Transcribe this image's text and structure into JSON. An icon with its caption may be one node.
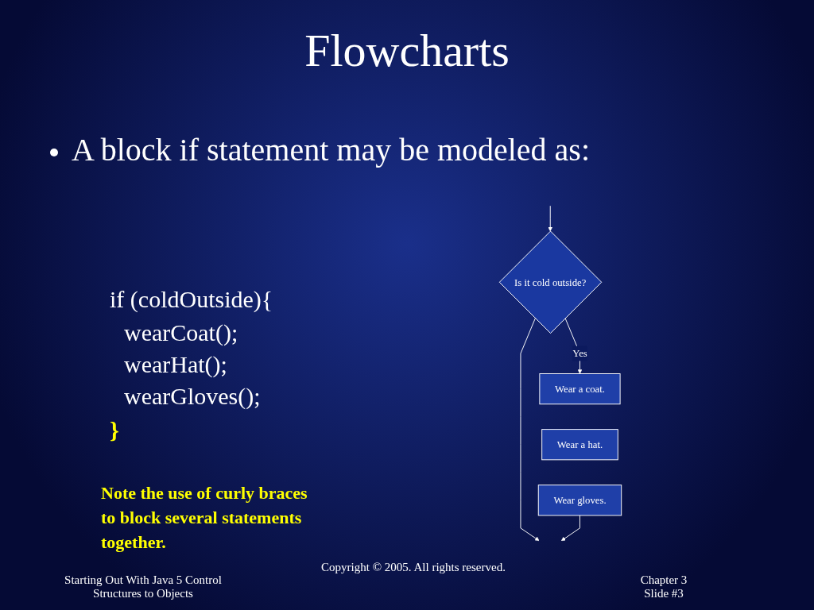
{
  "diagram": {
    "title": "Flowcharts",
    "nodes": [
      {
        "text": [
          "Is it cold outside?"
        ]
      },
      {
        "text": [
          "Wear a coat."
        ]
      },
      {
        "text": [
          "Wear a hat."
        ]
      },
      {
        "text": [
          "Wear gloves."
        ]
      }
    ],
    "edges": [
      {
        "from": null,
        "to": 0,
        "arrow": "to"
      },
      {
        "from": 0,
        "to": 1,
        "label": "Yes",
        "arrow": "to"
      },
      {
        "from": 0,
        "to": null,
        "arrow": "to"
      },
      {
        "from": 3,
        "to": null,
        "arrow": "to"
      }
    ],
    "labels": [
      "A block if statement may be modeled as:",
      "if (coldOutside){",
      "wearCoat();",
      "wearHat();",
      "wearGloves();",
      "}",
      "Note the use of curly braces to block several statements together.",
      "Starting Out With Java 5 Control Structures to Objects",
      "Copyright © 2005. All rights reserved.",
      "Chapter 3 Slide #3"
    ]
  }
}
